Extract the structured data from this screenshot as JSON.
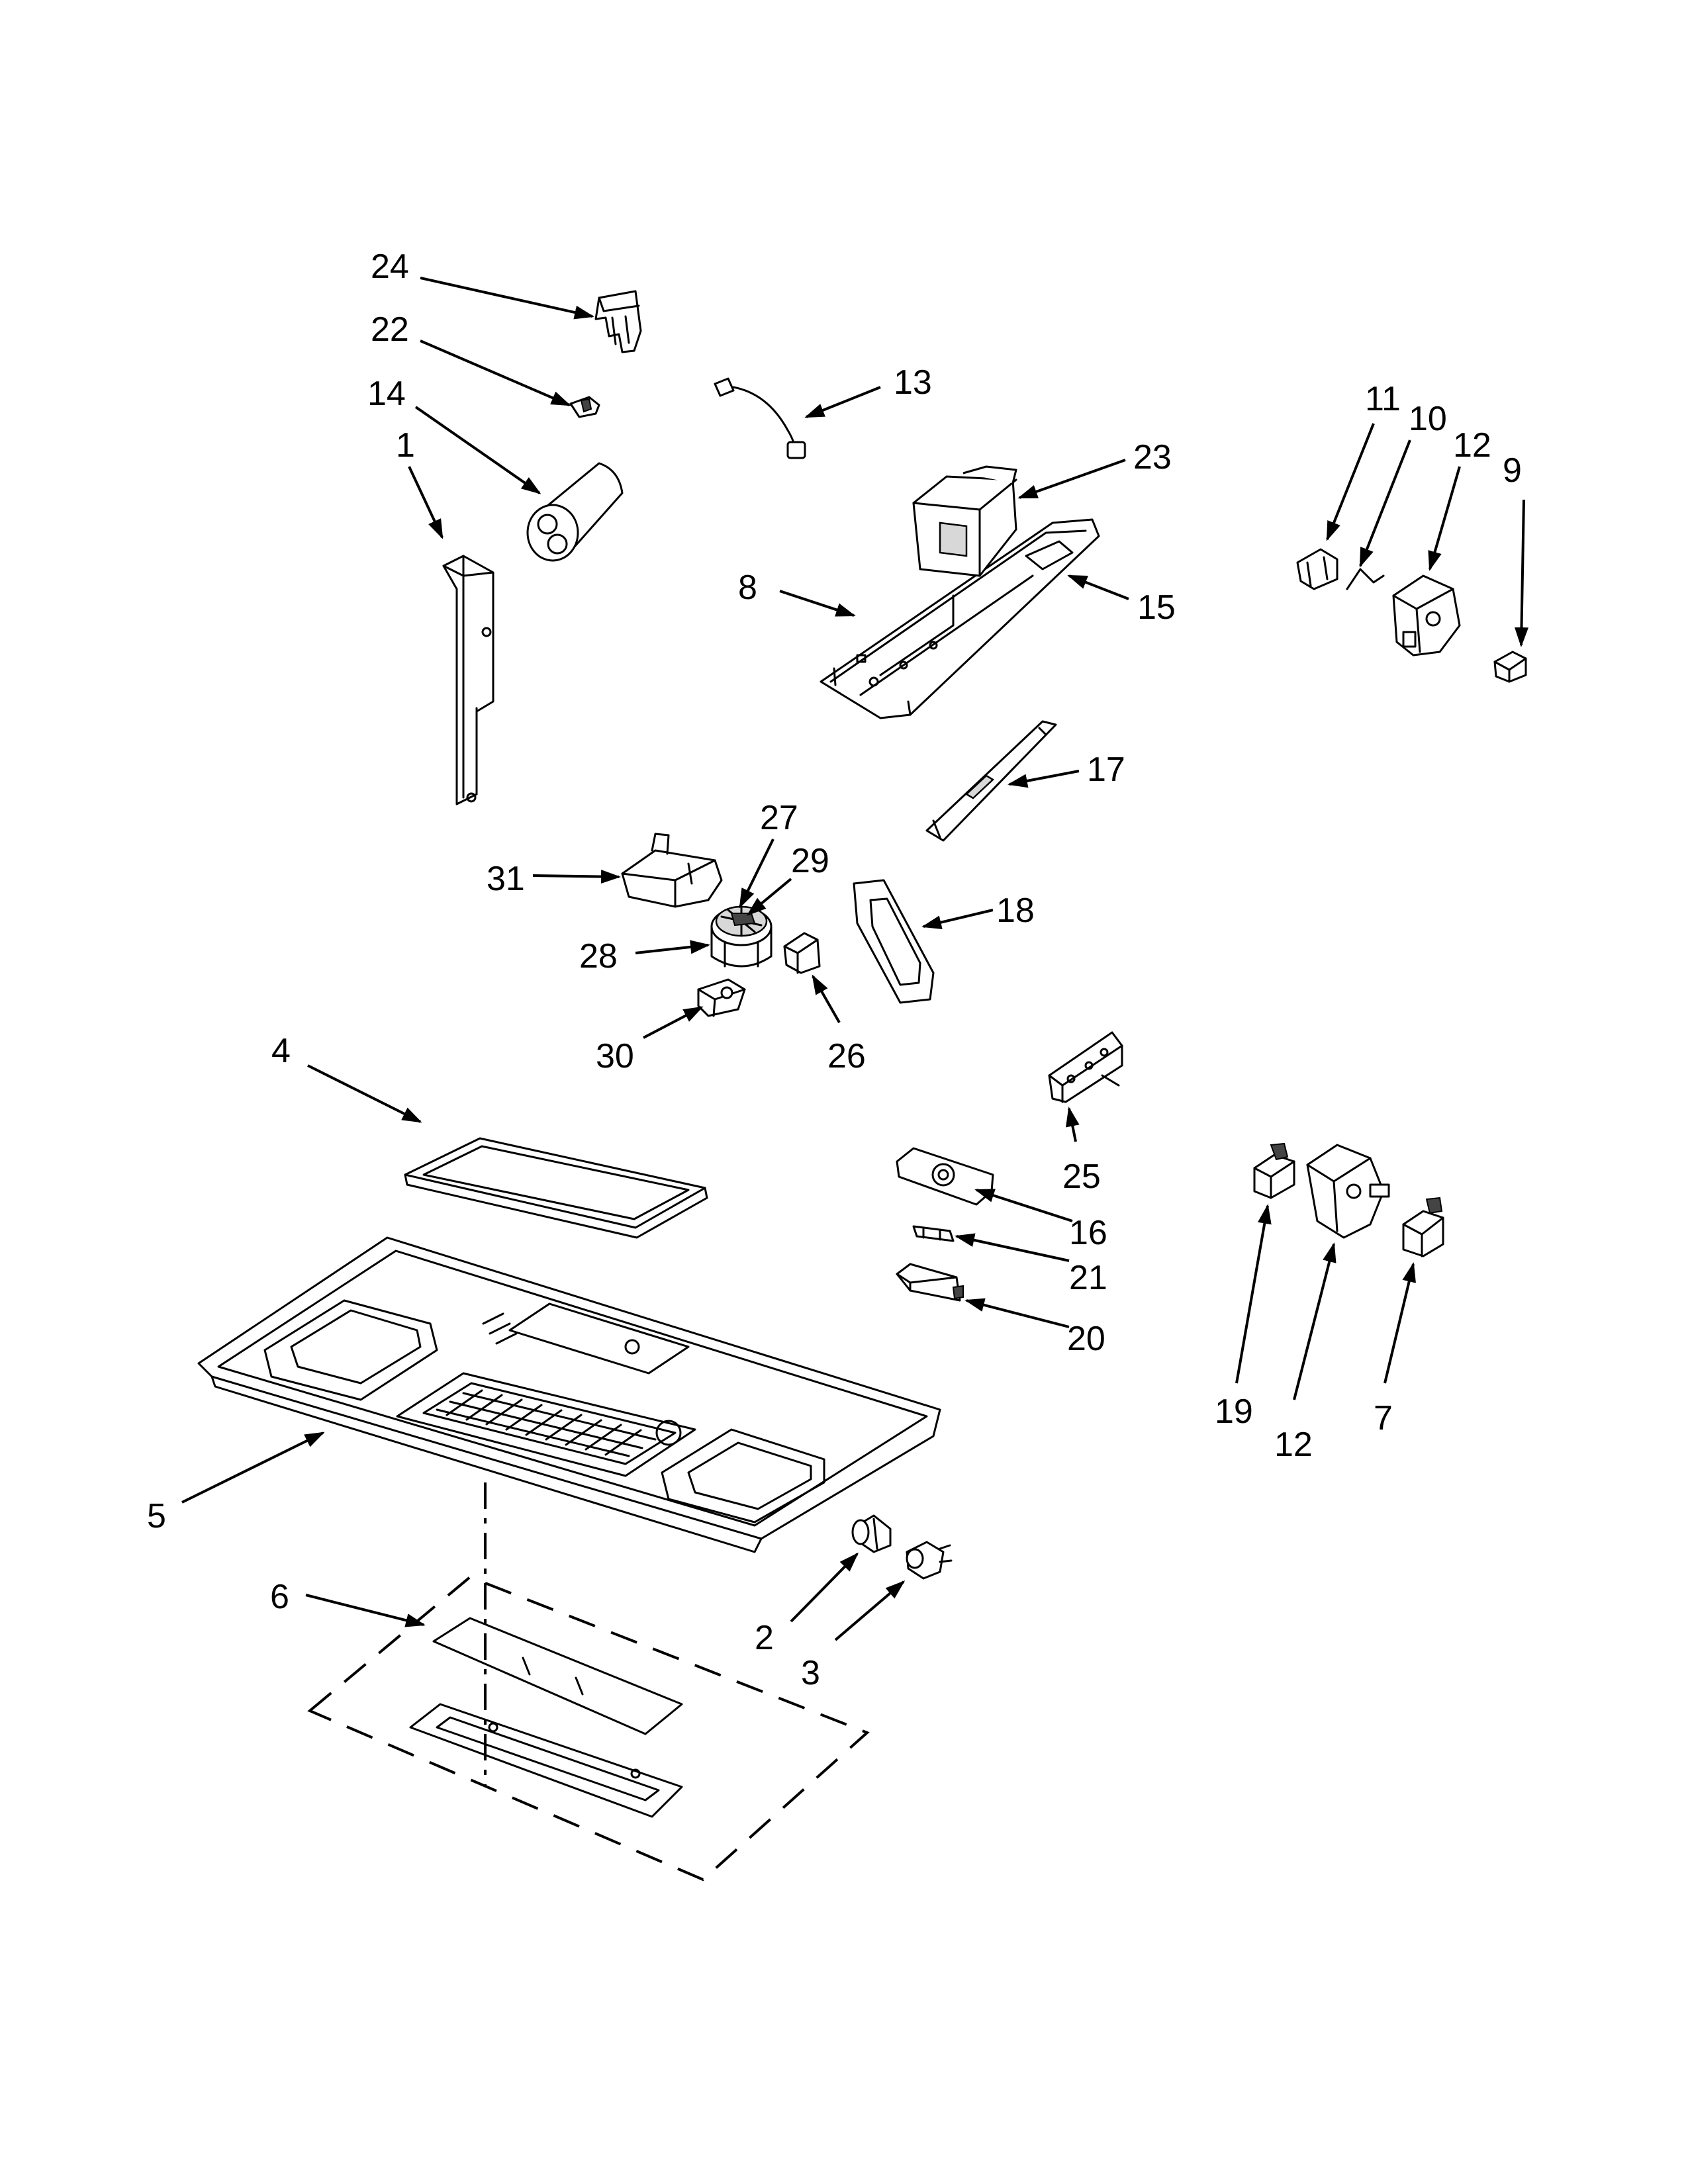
{
  "diagram": {
    "callouts": [
      {
        "id": "c24",
        "label": "24"
      },
      {
        "id": "c22",
        "label": "22"
      },
      {
        "id": "c14",
        "label": "14"
      },
      {
        "id": "c1",
        "label": "1"
      },
      {
        "id": "c13",
        "label": "13"
      },
      {
        "id": "c23",
        "label": "23"
      },
      {
        "id": "c8",
        "label": "8"
      },
      {
        "id": "c15",
        "label": "15"
      },
      {
        "id": "c11",
        "label": "11"
      },
      {
        "id": "c10",
        "label": "10"
      },
      {
        "id": "c12a",
        "label": "12"
      },
      {
        "id": "c9",
        "label": "9"
      },
      {
        "id": "c17",
        "label": "17"
      },
      {
        "id": "c27",
        "label": "27"
      },
      {
        "id": "c29",
        "label": "29"
      },
      {
        "id": "c31",
        "label": "31"
      },
      {
        "id": "c18",
        "label": "18"
      },
      {
        "id": "c28",
        "label": "28"
      },
      {
        "id": "c30",
        "label": "30"
      },
      {
        "id": "c26",
        "label": "26"
      },
      {
        "id": "c4",
        "label": "4"
      },
      {
        "id": "c25",
        "label": "25"
      },
      {
        "id": "c16",
        "label": "16"
      },
      {
        "id": "c21",
        "label": "21"
      },
      {
        "id": "c20",
        "label": "20"
      },
      {
        "id": "c19",
        "label": "19"
      },
      {
        "id": "c12b",
        "label": "12"
      },
      {
        "id": "c7",
        "label": "7"
      },
      {
        "id": "c5",
        "label": "5"
      },
      {
        "id": "c6",
        "label": "6"
      },
      {
        "id": "c2",
        "label": "2"
      },
      {
        "id": "c3",
        "label": "3"
      }
    ]
  }
}
